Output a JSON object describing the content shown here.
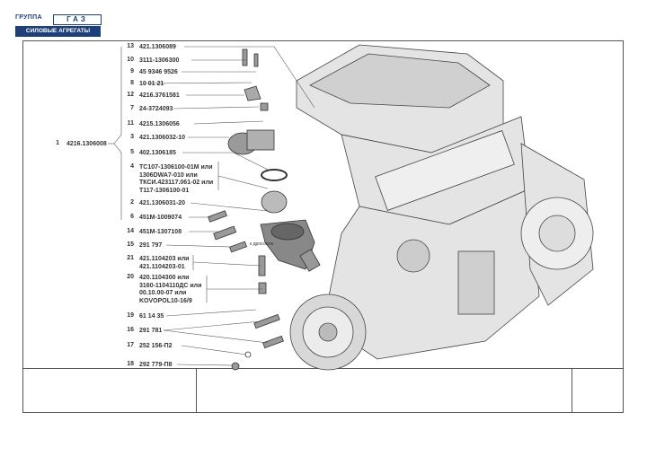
{
  "logo": {
    "group": "ГРУППА",
    "brand": "ГАЗ",
    "subtitle": "СИЛОВЫЕ АГРЕГАТЫ"
  },
  "assembly": {
    "num": "1",
    "code": "4216.1306008"
  },
  "parts": [
    {
      "num": "13",
      "lines": [
        "421.1306089"
      ]
    },
    {
      "num": "10",
      "lines": [
        "3111-1306300"
      ]
    },
    {
      "num": "9",
      "lines": [
        "45 9346 9526"
      ]
    },
    {
      "num": "8",
      "lines": [
        "10 01 21"
      ]
    },
    {
      "num": "12",
      "lines": [
        "4216.3761581"
      ]
    },
    {
      "num": "7",
      "lines": [
        "24-3724093"
      ]
    },
    {
      "num": "11",
      "lines": [
        "4215.1306056"
      ]
    },
    {
      "num": "3",
      "lines": [
        "421.1306032-10"
      ]
    },
    {
      "num": "5",
      "lines": [
        "402.1306185"
      ]
    },
    {
      "num": "4",
      "lines": [
        "ТС107-1306100-01М или",
        "1306DWA7-010 или",
        "ТКСИ.423117.061-02 или",
        "Т117-1306100-01"
      ]
    },
    {
      "num": "2",
      "lines": [
        "421.1306031-20"
      ]
    },
    {
      "num": "6",
      "lines": [
        "451М-1009074"
      ]
    },
    {
      "num": "14",
      "lines": [
        "451М-1307108"
      ]
    },
    {
      "num": "15",
      "lines": [
        "291 797"
      ]
    },
    {
      "num": "21",
      "lines": [
        "421.1104203 или",
        "421.1104203-01"
      ]
    },
    {
      "num": "20",
      "lines": [
        "420.1104300 или",
        "3160-1104110ДС или",
        "00.10.00-07 или",
        "KOVOPOL10-16/9"
      ]
    },
    {
      "num": "19",
      "lines": [
        "61 14 35"
      ]
    },
    {
      "num": "16",
      "lines": [
        "291 781"
      ]
    },
    {
      "num": "17",
      "lines": [
        "252 156-П2"
      ]
    },
    {
      "num": "18",
      "lines": [
        "292 779-П8"
      ]
    }
  ],
  "annotation": "к дросселю"
}
